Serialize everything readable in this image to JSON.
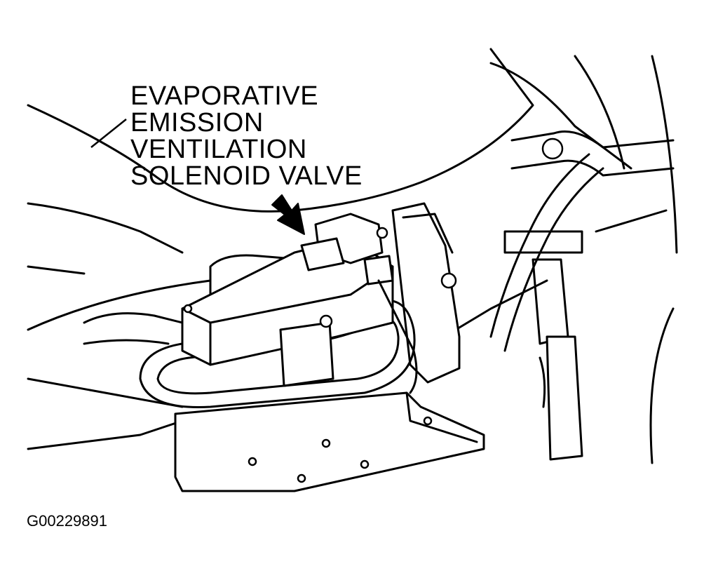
{
  "callout": {
    "lines": [
      "EVAPORATIVE",
      "EMISSION",
      "VENTILATION",
      "SOLENOID VALVE"
    ]
  },
  "figure_id": "G00229891",
  "colors": {
    "ink": "#000000",
    "paper": "#ffffff"
  },
  "icons": {
    "pointer": "arrow-icon"
  }
}
